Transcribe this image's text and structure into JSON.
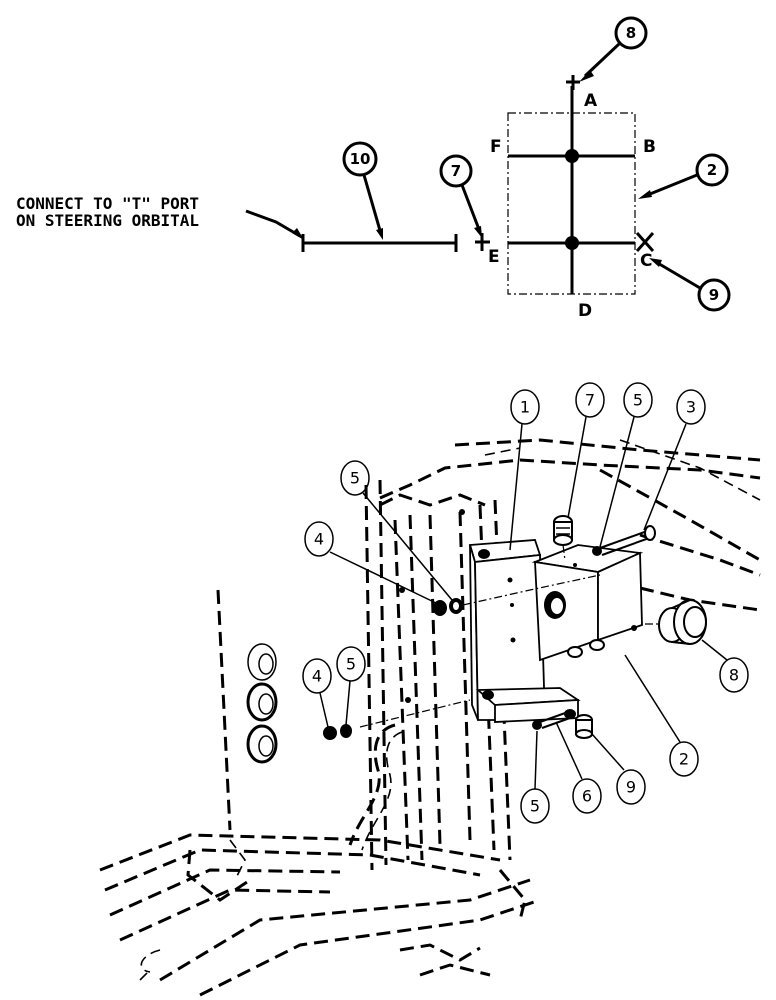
{
  "schematic": {
    "note_line1": "CONNECT TO \"T\" PORT",
    "note_line2": "ON STEERING ORBITAL",
    "ports": {
      "a": "A",
      "b": "B",
      "c": "C",
      "d": "D",
      "e": "E",
      "f": "F"
    },
    "balloons": {
      "b8": "8",
      "b2": "2",
      "b9": "9",
      "b7": "7",
      "b10": "10"
    }
  },
  "assembly": {
    "callouts": {
      "c1": "1",
      "c7": "7",
      "c5a": "5",
      "c3": "3",
      "c5b": "5",
      "c4a": "4",
      "c4b": "4",
      "c5c": "5",
      "c8": "8",
      "c2": "2",
      "c5d": "5",
      "c6": "6",
      "c9": "9"
    }
  }
}
